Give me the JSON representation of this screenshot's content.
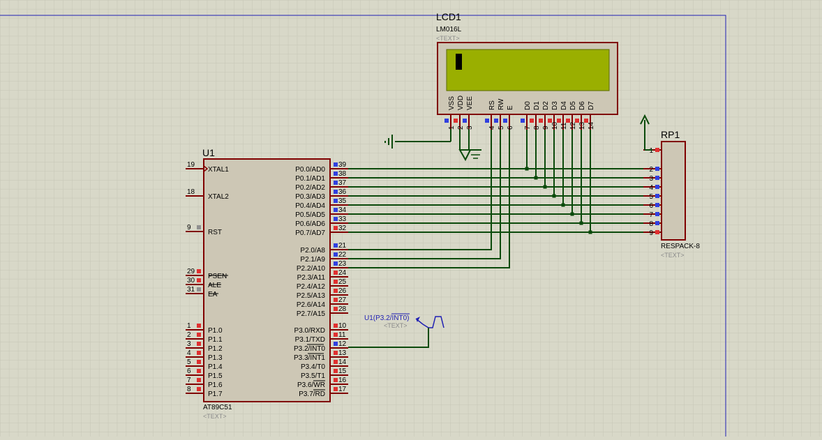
{
  "colors": {
    "background": "#d8d8c8",
    "grid": "#c4c4b4",
    "border": "#1f1fb3",
    "wire": "#0b4a0b",
    "component_outline": "#800000",
    "component_fill": "#cdc7b5",
    "lcd_screen": "#9aaf00",
    "pin_high": "#e03030",
    "pin_low": "#3040e0",
    "pin_float": "#909090"
  },
  "u1": {
    "ref": "U1",
    "part": "AT89C51",
    "text": "<TEXT>",
    "left_pins": [
      {
        "num": "19",
        "name": "XTAL1"
      },
      {
        "num": "18",
        "name": "XTAL2"
      },
      {
        "num": "9",
        "name": "RST"
      },
      {
        "num": "29",
        "name": "PSEN"
      },
      {
        "num": "30",
        "name": "ALE"
      },
      {
        "num": "31",
        "name": "EA"
      },
      {
        "num": "1",
        "name": "P1.0"
      },
      {
        "num": "2",
        "name": "P1.1"
      },
      {
        "num": "3",
        "name": "P1.2"
      },
      {
        "num": "4",
        "name": "P1.3"
      },
      {
        "num": "5",
        "name": "P1.4"
      },
      {
        "num": "6",
        "name": "P1.5"
      },
      {
        "num": "7",
        "name": "P1.6"
      },
      {
        "num": "8",
        "name": "P1.7"
      }
    ],
    "right_pins": [
      {
        "num": "39",
        "name": "P0.0/AD0"
      },
      {
        "num": "38",
        "name": "P0.1/AD1"
      },
      {
        "num": "37",
        "name": "P0.2/AD2"
      },
      {
        "num": "36",
        "name": "P0.3/AD3"
      },
      {
        "num": "35",
        "name": "P0.4/AD4"
      },
      {
        "num": "34",
        "name": "P0.5/AD5"
      },
      {
        "num": "33",
        "name": "P0.6/AD6"
      },
      {
        "num": "32",
        "name": "P0.7/AD7"
      },
      {
        "num": "21",
        "name": "P2.0/A8"
      },
      {
        "num": "22",
        "name": "P2.1/A9"
      },
      {
        "num": "23",
        "name": "P2.2/A10"
      },
      {
        "num": "24",
        "name": "P2.3/A11"
      },
      {
        "num": "25",
        "name": "P2.4/A12"
      },
      {
        "num": "26",
        "name": "P2.5/A13"
      },
      {
        "num": "27",
        "name": "P2.6/A14"
      },
      {
        "num": "28",
        "name": "P2.7/A15"
      },
      {
        "num": "10",
        "name": "P3.0/RXD"
      },
      {
        "num": "11",
        "name": "P3.1/TXD"
      },
      {
        "num": "12",
        "name": "P3.2/INT0"
      },
      {
        "num": "13",
        "name": "P3.3/INT1"
      },
      {
        "num": "14",
        "name": "P3.4/T0"
      },
      {
        "num": "15",
        "name": "P3.5/T1"
      },
      {
        "num": "16",
        "name": "P3.6/WR"
      },
      {
        "num": "17",
        "name": "P3.7/RD"
      }
    ]
  },
  "lcd1": {
    "ref": "LCD1",
    "part": "LM016L",
    "text": "<TEXT>",
    "pins": [
      {
        "num": "1",
        "name": "VSS"
      },
      {
        "num": "2",
        "name": "VDD"
      },
      {
        "num": "3",
        "name": "VEE"
      },
      {
        "num": "4",
        "name": "RS"
      },
      {
        "num": "5",
        "name": "RW"
      },
      {
        "num": "6",
        "name": "E"
      },
      {
        "num": "7",
        "name": "D0"
      },
      {
        "num": "8",
        "name": "D1"
      },
      {
        "num": "9",
        "name": "D2"
      },
      {
        "num": "10",
        "name": "D3"
      },
      {
        "num": "11",
        "name": "D4"
      },
      {
        "num": "12",
        "name": "D5"
      },
      {
        "num": "13",
        "name": "D6"
      },
      {
        "num": "14",
        "name": "D7"
      }
    ]
  },
  "rp1": {
    "ref": "RP1",
    "part": "RESPACK-8",
    "text": "<TEXT>",
    "pins": [
      "1",
      "2",
      "3",
      "4",
      "5",
      "6",
      "7",
      "8",
      "9"
    ]
  },
  "probe": {
    "label": "U1(P3.2/INT0)",
    "text": "<TEXT>"
  }
}
